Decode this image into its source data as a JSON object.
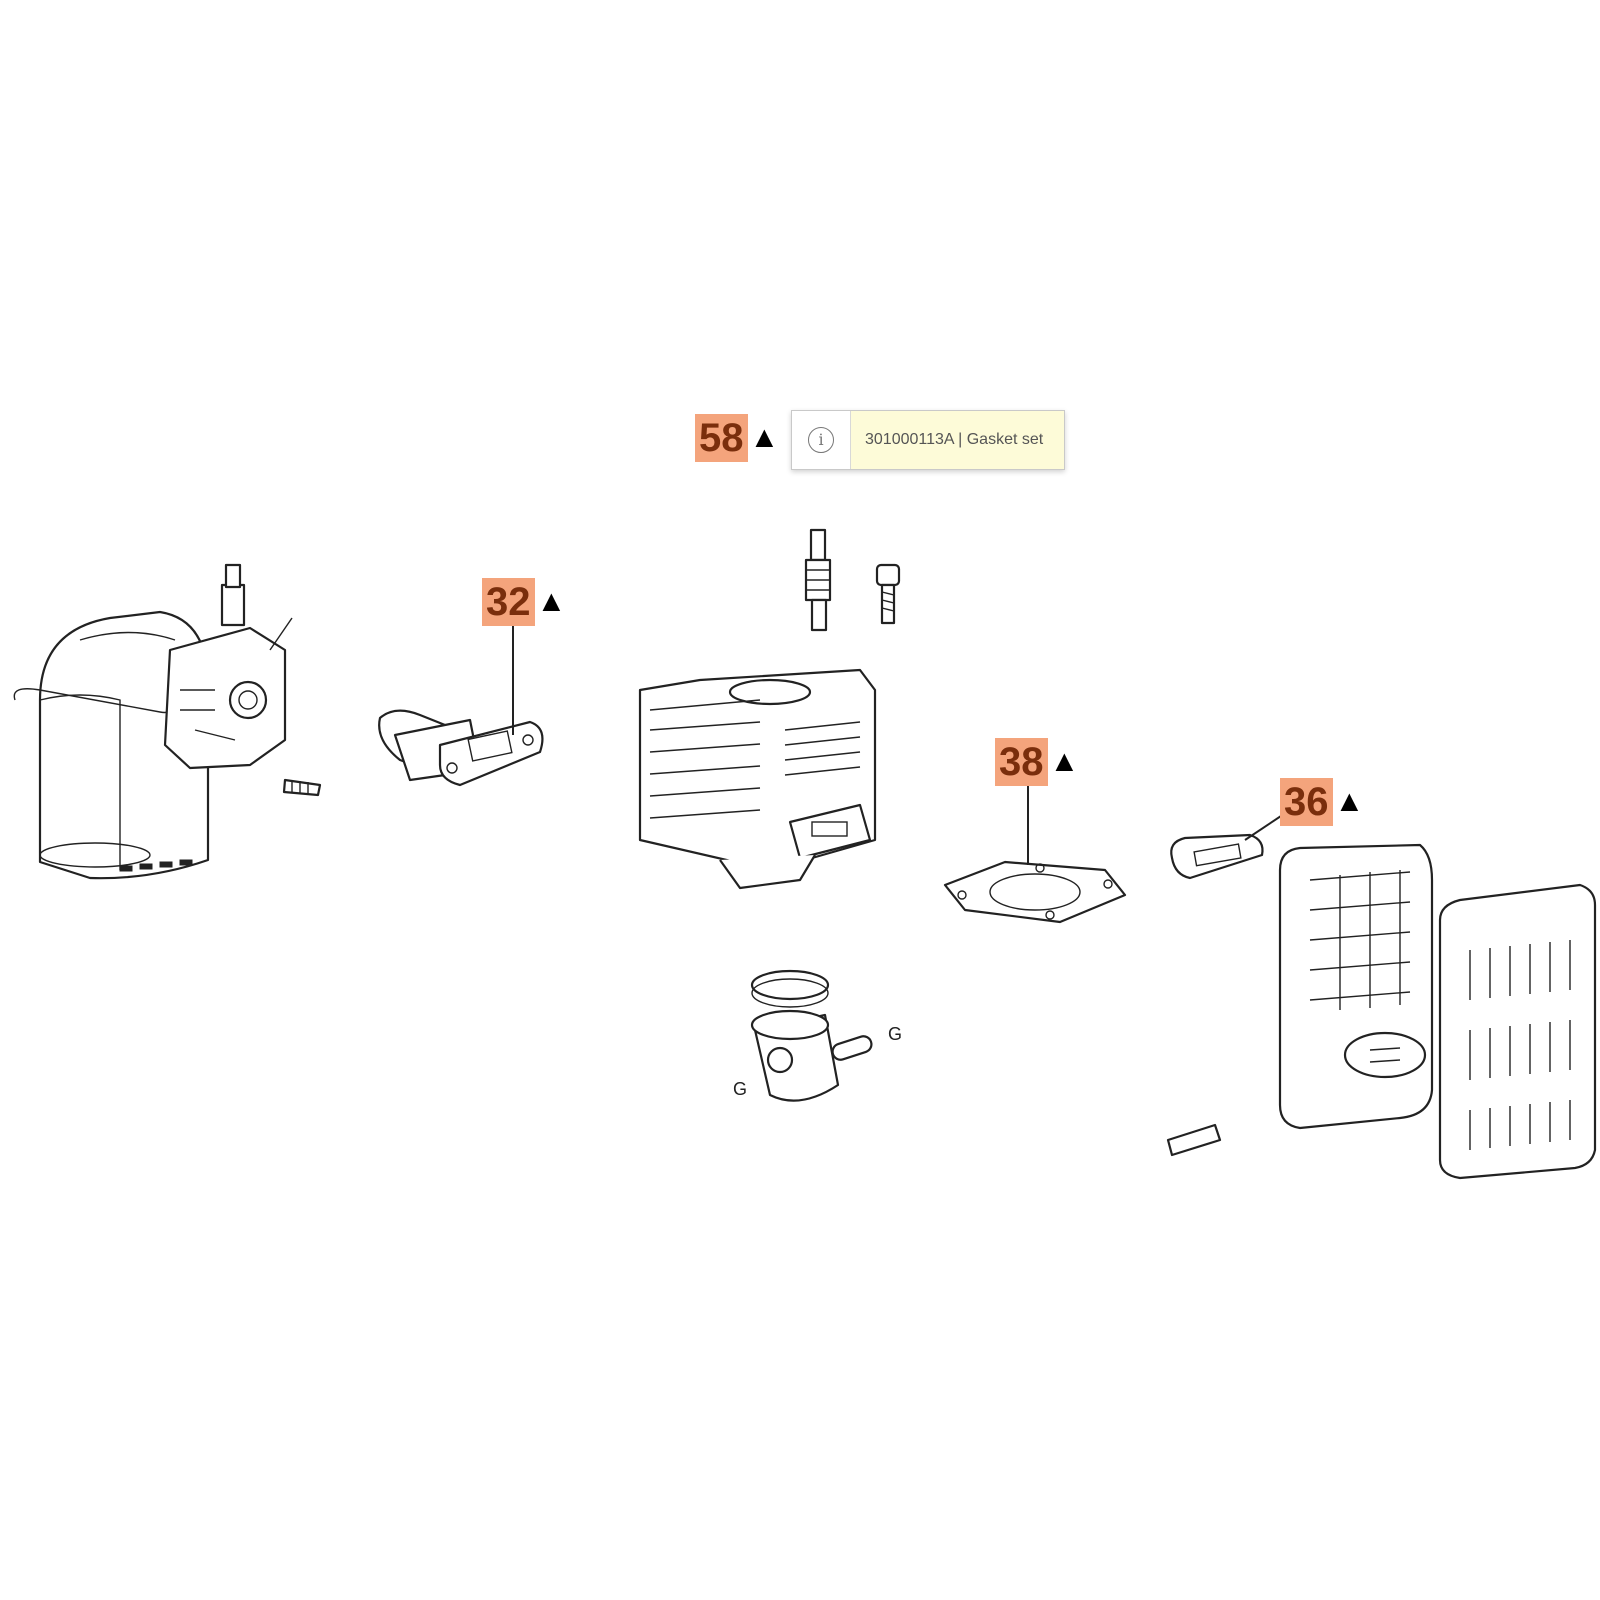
{
  "callouts": [
    {
      "id": "58",
      "label": "58",
      "marker": "▲"
    },
    {
      "id": "32",
      "label": "32",
      "marker": "▲"
    },
    {
      "id": "38",
      "label": "38",
      "marker": "▲"
    },
    {
      "id": "36",
      "label": "36",
      "marker": "▲"
    }
  ],
  "tooltip": {
    "text": "301000113A | Gasket set",
    "icon": "info-icon",
    "icon_glyph": "i"
  },
  "colors": {
    "callout_bg": "#f4a47c",
    "callout_text": "#7a2e0c",
    "tooltip_bg": "#fdfbd8",
    "line_art": "#222222"
  }
}
